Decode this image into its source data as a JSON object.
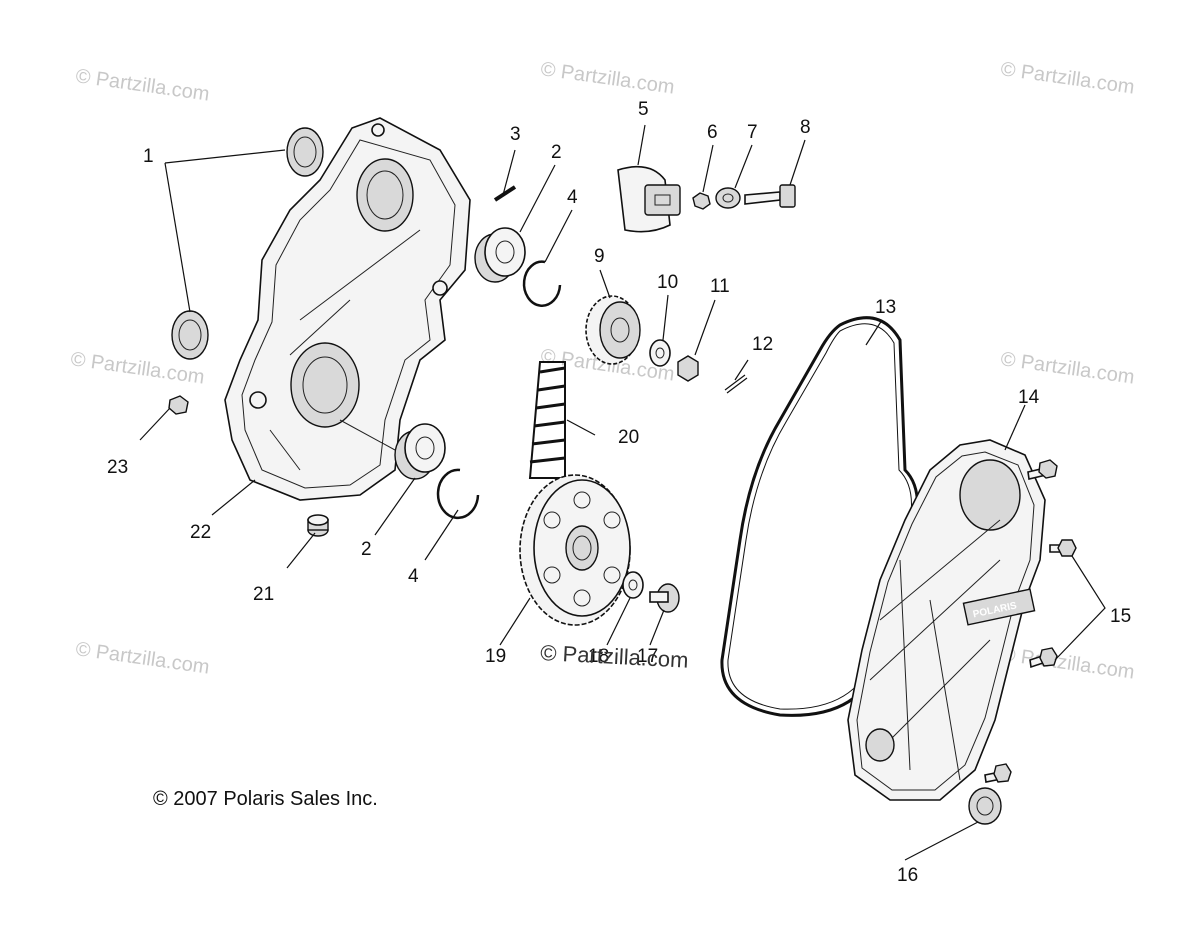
{
  "watermark": "© Partzilla.com",
  "copyright": "© 2007 Polaris Sales Inc.",
  "cover_logo": "POLARIS",
  "callouts": [
    "1",
    "2",
    "3",
    "4",
    "5",
    "6",
    "7",
    "8",
    "9",
    "10",
    "11",
    "12",
    "13",
    "14",
    "15",
    "16",
    "17",
    "18",
    "19",
    "20",
    "21",
    "22",
    "23"
  ]
}
